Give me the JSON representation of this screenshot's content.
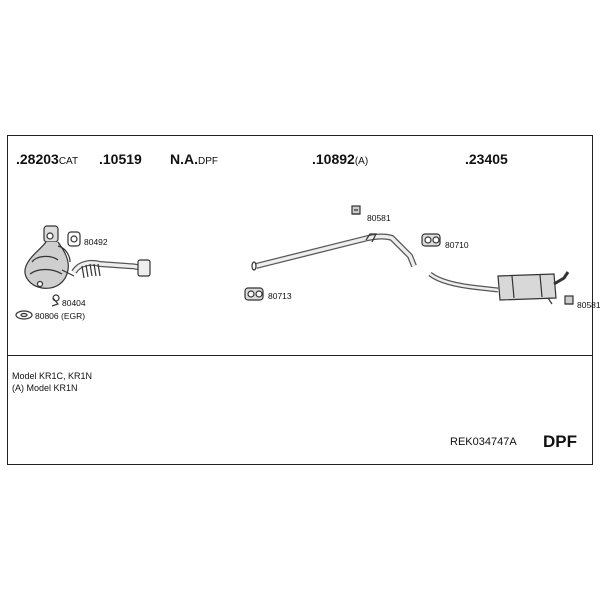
{
  "header_parts": [
    {
      "number": ".28203",
      "suffix": "CAT"
    },
    {
      "number": ".10519",
      "suffix": ""
    },
    {
      "number": "N.A.",
      "suffix": "DPF"
    },
    {
      "number": ".10892",
      "suffix": "(A)"
    },
    {
      "number": ".23405",
      "suffix": ""
    }
  ],
  "component_labels": {
    "gasket_80492": "80492",
    "clip_80404": "80404",
    "gasket_80806": "80806 (EGR)",
    "hanger_80581_top": "80581",
    "clamp_80710": "80710",
    "clamp_80713": "80713",
    "hanger_80581_right": "80581"
  },
  "notes": {
    "line1": "Model KR1C, KR1N",
    "line2": "(A) Model KR1N"
  },
  "footer": {
    "reference": "REK034747A",
    "tag": "DPF"
  }
}
